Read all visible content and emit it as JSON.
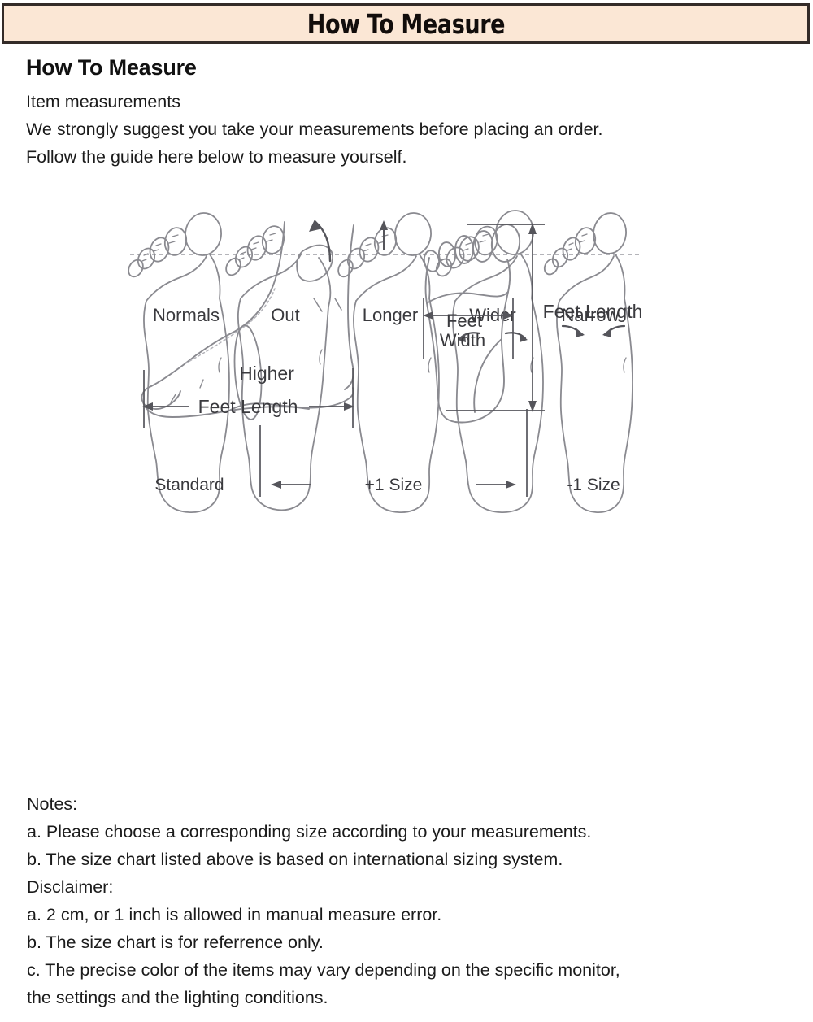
{
  "banner": {
    "title": "How To Measure"
  },
  "intro": {
    "heading": "How To Measure",
    "subheading": "Item measurements",
    "line1": "We strongly suggest you take your measurements before placing an order.",
    "line2": "Follow the guide here below to measure yourself."
  },
  "diagram": {
    "feet_row": {
      "foot_labels": [
        "Normals",
        "Out",
        "Longer",
        "Wider",
        "Narrow"
      ],
      "size_labels": {
        "standard": "Standard",
        "plus_one": "+1 Size",
        "minus_one": "-1 Size"
      }
    },
    "side_view": {
      "label_higher": "Higher",
      "label_length": "Feet Length"
    },
    "top_view": {
      "label_width_line1": "Feet",
      "label_width_line2": "Width",
      "label_length": "Feet Length"
    }
  },
  "notes": {
    "title": "Notes:",
    "items": [
      "a. Please choose a corresponding size according to your measurements.",
      "b. The size chart listed above is based on international sizing system."
    ],
    "disclaimer_title": "Disclaimer:",
    "disclaimer_items": [
      "a. 2 cm, or 1 inch is allowed in manual measure error.",
      "b. The size chart is for referrence only.",
      "c. The precise color of the items may vary depending on the specific monitor,",
      "the settings and the lighting conditions."
    ]
  },
  "colors": {
    "banner_bg": "#fbe7d5",
    "banner_border": "#332b28",
    "line_art": "#8a8a90",
    "text": "#1b1b1b"
  }
}
